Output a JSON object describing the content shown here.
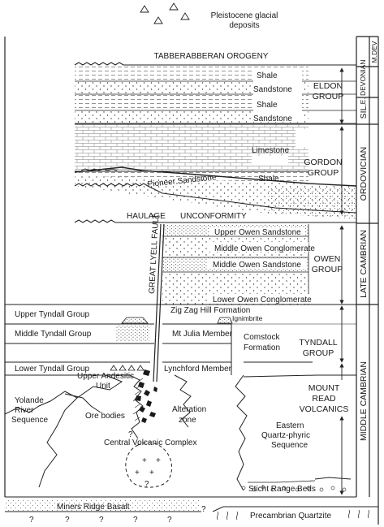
{
  "top": {
    "pleistocene_line1": "Pleistocene glacial",
    "pleistocene_line2": "deposits"
  },
  "headers": {
    "tabberabberan": "TABBERABBERAN OROGENY",
    "haulage": "HAULAGE",
    "unconformity": "UNCONFORMITY",
    "fault": "GREAT LYELL FAULT"
  },
  "ages": {
    "m_dev": "M.DEV",
    "e_devonian": "E. DEVONIAN",
    "sil": "SIL.",
    "ordovician": "ORDOVICIAN",
    "late_cambrian": "LATE CAMBRIAN",
    "middle_cambrian": "MIDDLE CAMBRIAN"
  },
  "eldon": {
    "shale1": "Shale",
    "sandstone1": "Sandstone",
    "shale2": "Shale",
    "sandstone2": "Sandstone",
    "group_line1": "ELDON",
    "group_line2": "GROUP"
  },
  "gordon": {
    "limestone": "Limestone",
    "shale": "Shale",
    "pioneer": "Pioneer Sandstone",
    "group_line1": "GORDON",
    "group_line2": "GROUP"
  },
  "owen": {
    "upper": "Upper Owen Sandstone",
    "middle_cong": "Middle Owen Conglomerate",
    "middle_sand": "Middle Owen Sandstone",
    "lower": "Lower Owen Conglomerate",
    "group_line1": "OWEN",
    "group_line2": "GROUP"
  },
  "tyndall": {
    "upper": "Upper Tyndall Group",
    "middle": "Middle Tyndall Group",
    "lower": "Lower Tyndall Group",
    "zigzag": "Zig Zag Hill Formation",
    "ignimbrite": "Ignimbrite",
    "mtjulia": "Mt Julia Member",
    "lynchford": "Lynchford Member",
    "comstock_line1": "Comstock",
    "comstock_line2": "Formation",
    "group_line1": "TYNDALL",
    "group_line2": "GROUP"
  },
  "mrv": {
    "line1": "MOUNT",
    "line2": "READ",
    "line3": "VOLCANICS",
    "upper_andesitic_line1": "Upper Andesitic",
    "upper_andesitic_line2": "Unit",
    "ore_bodies": "Ore bodies",
    "alteration_line1": "Alteration",
    "alteration_line2": "zone",
    "yolande_line1": "Yolande",
    "yolande_line2": "River",
    "yolande_line3": "Sequence",
    "central": "Central Volcanic Complex",
    "eastern_line1": "Eastern",
    "eastern_line2": "Quartz-phyric",
    "eastern_line3": "Sequence",
    "sticht": "Sticht Range Beds",
    "plus": "+",
    "qmark": "?"
  },
  "base": {
    "miners": "Miners Ridge Basalt",
    "precambrian": "Precambrian Quartzite",
    "qmark": "?"
  }
}
